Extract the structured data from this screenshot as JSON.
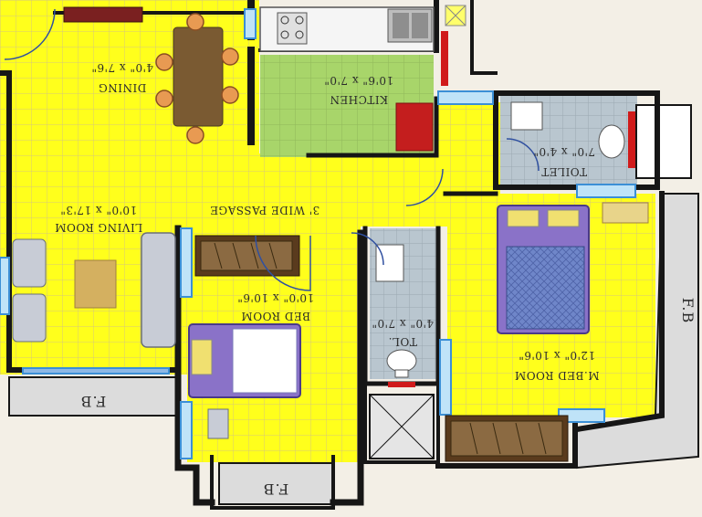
{
  "colors": {
    "floor": "#ffff1c",
    "grid": "#d7c878",
    "kitchen_floor": "#a8d56a",
    "wet_floor": "#b9c6cf",
    "balcony_floor": "#dcdcdc",
    "wall": "#161616",
    "window": "#5aa9e6",
    "bed": "#8a72c8",
    "wardrobe": "#5a3b1d",
    "table": "#7a5a32",
    "chair": "#e89a52",
    "sofa": "#c8ccd6",
    "rug": "#d4b060",
    "counter": "#f5f5f5",
    "fridge": "#c41e1e"
  },
  "rooms": {
    "dining": {
      "name": "DINING",
      "size": "4'0\" x 7'6\""
    },
    "kitchen": {
      "name": "KITCHEN",
      "size": "10'6\" x 7'0\""
    },
    "toilet": {
      "name": "TOILET",
      "size": "7'0\" x 4'0\""
    },
    "living": {
      "name": "LIVING ROOM",
      "size": "10'0\" x 17'3\""
    },
    "passage": {
      "name": "3' WIDE PASSAGE"
    },
    "bedroom": {
      "name": "BED ROOM",
      "size": "10'0\" x 10'6\""
    },
    "tol": {
      "name": "TOL.",
      "size": "4'0\" x 7'0\""
    },
    "master": {
      "name": "M.BED ROOM",
      "size": "12'0\" x 10'6\""
    },
    "fb_left": {
      "name": "F.B"
    },
    "fb_bottom": {
      "name": "F.B"
    },
    "fb_right": {
      "name": "F.B"
    }
  }
}
